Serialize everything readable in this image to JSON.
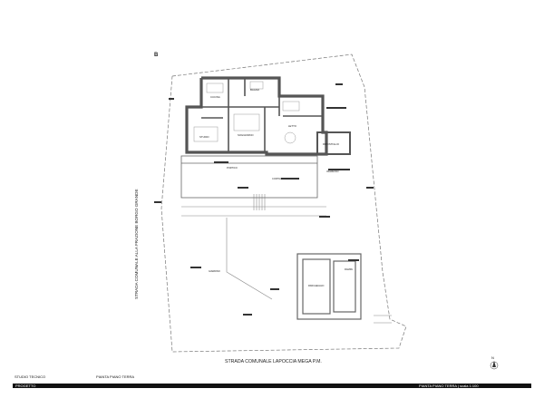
{
  "road_label": "STRADA COMUNALE LAPOCCIA MEGA P.M.",
  "side_road_label": "STRADA COMUNALE ALLA FRAZIONE BORGO GRANDE",
  "corner_mark": "B",
  "north_arrow": "N",
  "title_block": {
    "studio": "STUDIO TECNICO",
    "drawing": "PIANTA PIANO TERRA",
    "left_bottom": "PROGETTO",
    "right": "PIANTA PIANO TERRA  |  scala 1:100"
  },
  "room_labels": [
    "CUCINA",
    "SOGGIORNO",
    "LETTO",
    "BAGNO",
    "STUDIO",
    "RIPOSTIGLIO"
  ],
  "area_labels": [
    "CORTILE",
    "GIARDINO",
    "PARCHEGGIO",
    "PORTICO",
    "INGRESSO",
    "RAMPA"
  ]
}
